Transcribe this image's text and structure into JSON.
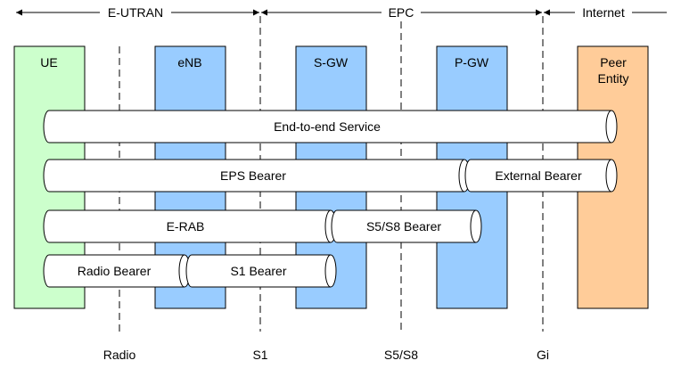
{
  "domains": {
    "eutran": "E-UTRAN",
    "epc": "EPC",
    "internet": "Internet"
  },
  "nodes": {
    "ue": "UE",
    "enb": "eNB",
    "sgw": "S-GW",
    "pgw": "P-GW",
    "peer_line1": "Peer",
    "peer_line2": "Entity"
  },
  "bearers": {
    "end_to_end": "End-to-end Service",
    "eps": "EPS Bearer",
    "external": "External Bearer",
    "erab": "E-RAB",
    "s5s8": "S5/S8 Bearer",
    "radio": "Radio Bearer",
    "s1": "S1 Bearer"
  },
  "interfaces": {
    "radio": "Radio",
    "s1": "S1",
    "s5s8": "S5/S8",
    "gi": "Gi"
  },
  "colors": {
    "ue": "#ccffcc",
    "enb": "#99ccff",
    "sgw": "#99ccff",
    "pgw": "#99ccff",
    "peer": "#ffcc99",
    "pipe": "#ffffff",
    "line": "#000000"
  }
}
